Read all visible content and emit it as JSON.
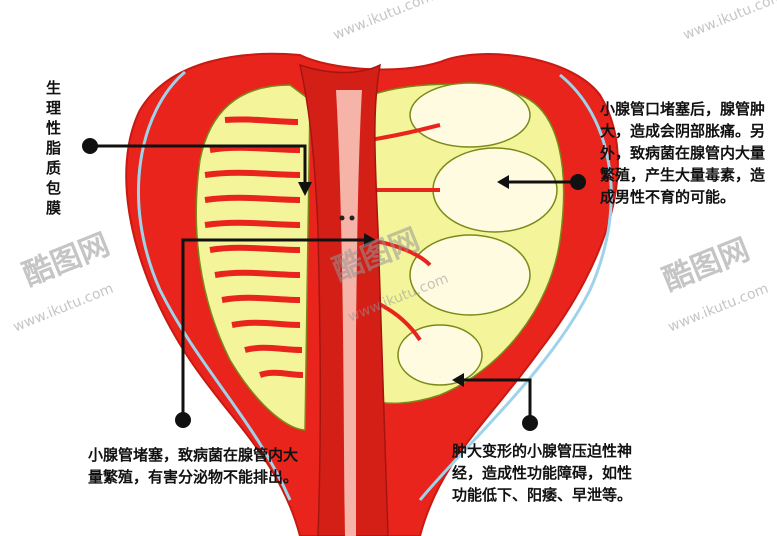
{
  "labels": {
    "membrane": "生理性脂质包膜",
    "top_right": "小腺管口堵塞后，腺管肿大，造成会阴部胀痛。另外，致病菌在腺管内大量繁殖，产生大量毒素，造成男性不育的可能。",
    "bottom_left": "小腺管堵塞，致病菌在腺管内大量繁殖，有害分泌物不能排出。",
    "bottom_right": "肿大变形的小腺管压迫性神经，造成性功能障碍，如性功能低下、阳痿、早泄等。"
  },
  "watermark": {
    "logo_text": "酷图网",
    "url": "www.ikutu.com"
  },
  "colors": {
    "capsule_red": "#e8241c",
    "inner_red": "#d41f17",
    "gland_yellow": "#f4f59a",
    "gland_light": "#fffbe0",
    "outline_blue": "#9fd3ea",
    "pointer_black": "#111111"
  }
}
